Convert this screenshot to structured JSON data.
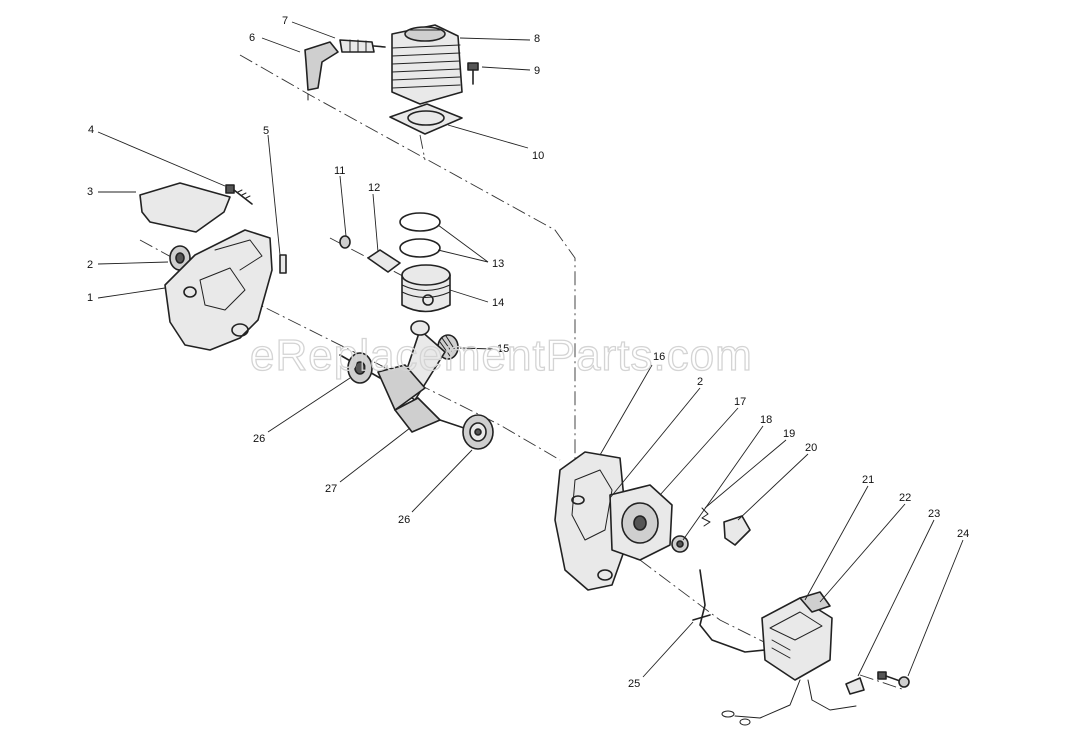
{
  "watermark": "eReplacementParts.com",
  "callouts": [
    {
      "id": "7",
      "label": "7"
    },
    {
      "id": "6",
      "label": "6"
    },
    {
      "id": "8",
      "label": "8"
    },
    {
      "id": "9",
      "label": "9"
    },
    {
      "id": "10",
      "label": "10"
    },
    {
      "id": "4",
      "label": "4"
    },
    {
      "id": "5",
      "label": "5"
    },
    {
      "id": "3",
      "label": "3"
    },
    {
      "id": "11",
      "label": "11"
    },
    {
      "id": "12",
      "label": "12"
    },
    {
      "id": "13",
      "label": "13"
    },
    {
      "id": "2a",
      "label": "2"
    },
    {
      "id": "14",
      "label": "14"
    },
    {
      "id": "1",
      "label": "1"
    },
    {
      "id": "15",
      "label": "15"
    },
    {
      "id": "16",
      "label": "16"
    },
    {
      "id": "2b",
      "label": "2"
    },
    {
      "id": "17",
      "label": "17"
    },
    {
      "id": "18",
      "label": "18"
    },
    {
      "id": "19",
      "label": "19"
    },
    {
      "id": "20",
      "label": "20"
    },
    {
      "id": "26a",
      "label": "26"
    },
    {
      "id": "27",
      "label": "27"
    },
    {
      "id": "26b",
      "label": "26"
    },
    {
      "id": "21",
      "label": "21"
    },
    {
      "id": "22",
      "label": "22"
    },
    {
      "id": "23",
      "label": "23"
    },
    {
      "id": "24",
      "label": "24"
    },
    {
      "id": "25",
      "label": "25"
    }
  ]
}
